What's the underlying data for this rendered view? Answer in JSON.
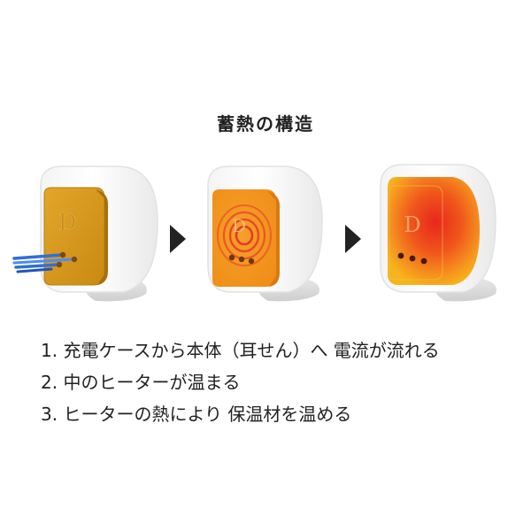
{
  "title": "蓄熱の構造",
  "stages": [
    {
      "name": "current-flow",
      "logo": "D"
    },
    {
      "name": "heater-warming",
      "logo": "D"
    },
    {
      "name": "material-warming",
      "logo": "D"
    }
  ],
  "colors": {
    "stage1_panel": "#d89a1c",
    "stage2_panel": "#f19a1e",
    "stage2_rings": "#e53a2a",
    "stage3_core": "#e8261e",
    "stage3_edge": "#f6b41c",
    "current_lines": "#2f6fd8",
    "arrow": "#222222"
  },
  "steps": [
    {
      "number": "1.",
      "text": "充電ケースから本体（耳せん）へ 電流が流れる"
    },
    {
      "number": "2.",
      "text": "中のヒーターが温まる"
    },
    {
      "number": "3.",
      "text": "ヒーターの熱により 保温材を温める"
    }
  ]
}
